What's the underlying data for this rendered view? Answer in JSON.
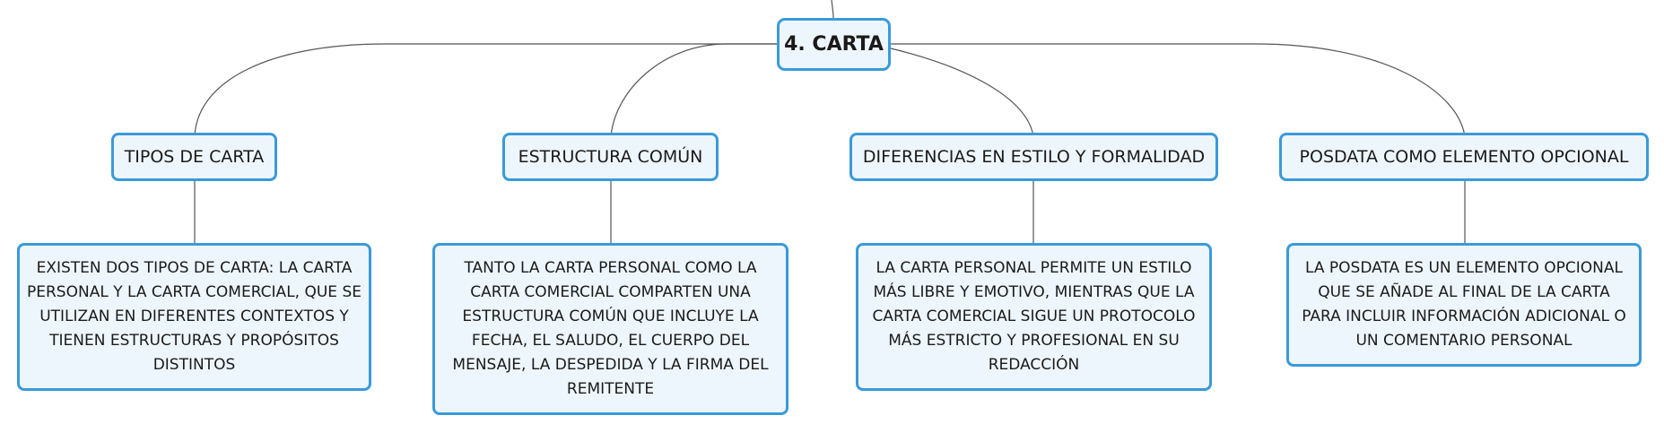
{
  "root": {
    "label": "4. CARTA"
  },
  "branches": [
    {
      "label": "TIPOS DE CARTA",
      "description": "EXISTEN DOS TIPOS DE CARTA: LA CARTA PERSONAL Y LA CARTA COMERCIAL, QUE SE UTILIZAN EN DIFERENTES CONTEXTOS Y TIENEN ESTRUCTURAS Y PROPÓSITOS DISTINTOS"
    },
    {
      "label": "ESTRUCTURA COMÚN",
      "description": "TANTO LA CARTA PERSONAL COMO LA CARTA COMERCIAL COMPARTEN UNA ESTRUCTURA COMÚN QUE INCLUYE LA FECHA, EL SALUDO, EL CUERPO DEL MENSAJE, LA DESPEDIDA Y LA FIRMA DEL REMITENTE"
    },
    {
      "label": "DIFERENCIAS EN ESTILO Y FORMALIDAD",
      "description": "LA CARTA PERSONAL PERMITE UN ESTILO MÁS LIBRE Y EMOTIVO, MIENTRAS QUE LA CARTA COMERCIAL SIGUE UN PROTOCOLO MÁS ESTRICTO Y PROFESIONAL EN SU REDACCIÓN"
    },
    {
      "label": "POSDATA COMO ELEMENTO OPCIONAL",
      "description": "LA POSDATA ES UN ELEMENTO OPCIONAL QUE SE AÑADE AL FINAL DE LA CARTA PARA INCLUIR INFORMACIÓN ADICIONAL O UN COMENTARIO PERSONAL"
    }
  ],
  "colors": {
    "border": "#3a9ad9",
    "fill": "#eef6fd",
    "line": "#555555"
  }
}
